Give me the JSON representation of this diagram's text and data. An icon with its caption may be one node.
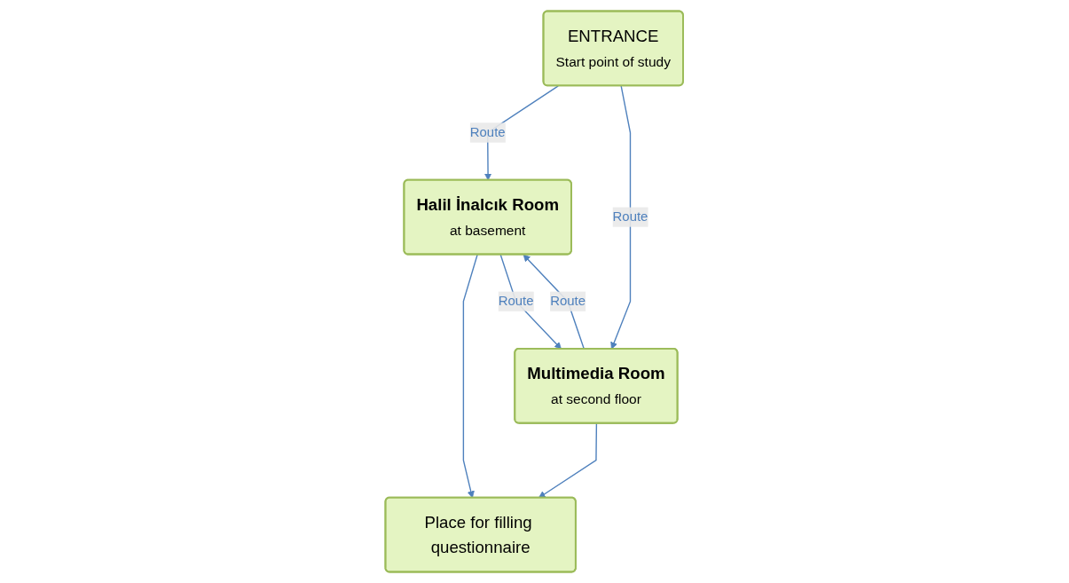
{
  "diagram": {
    "nodes": [
      {
        "text": [
          "ENTRANCE",
          "Start point of study"
        ]
      },
      {
        "text": [
          "Halil İnalcık Room",
          "at basement"
        ]
      },
      {
        "text": [
          "Place for filling questionnaire"
        ]
      },
      {
        "text": [
          "Multimedia Room",
          "at second floor"
        ]
      }
    ],
    "edges": [
      {
        "from": 0,
        "to": 1,
        "arrow": "to",
        "label": "Route"
      },
      {
        "from": 0,
        "to": 3,
        "arrow": "to",
        "label": "Route"
      },
      {
        "from": 1,
        "to": 2,
        "arrow": "to"
      },
      {
        "from": 3,
        "to": 2,
        "arrow": "to"
      },
      {
        "from": 1,
        "to": 3,
        "arrow": "to",
        "label": "Route"
      },
      {
        "from": 3,
        "to": 1,
        "arrow": "to",
        "label": "Route"
      }
    ]
  }
}
